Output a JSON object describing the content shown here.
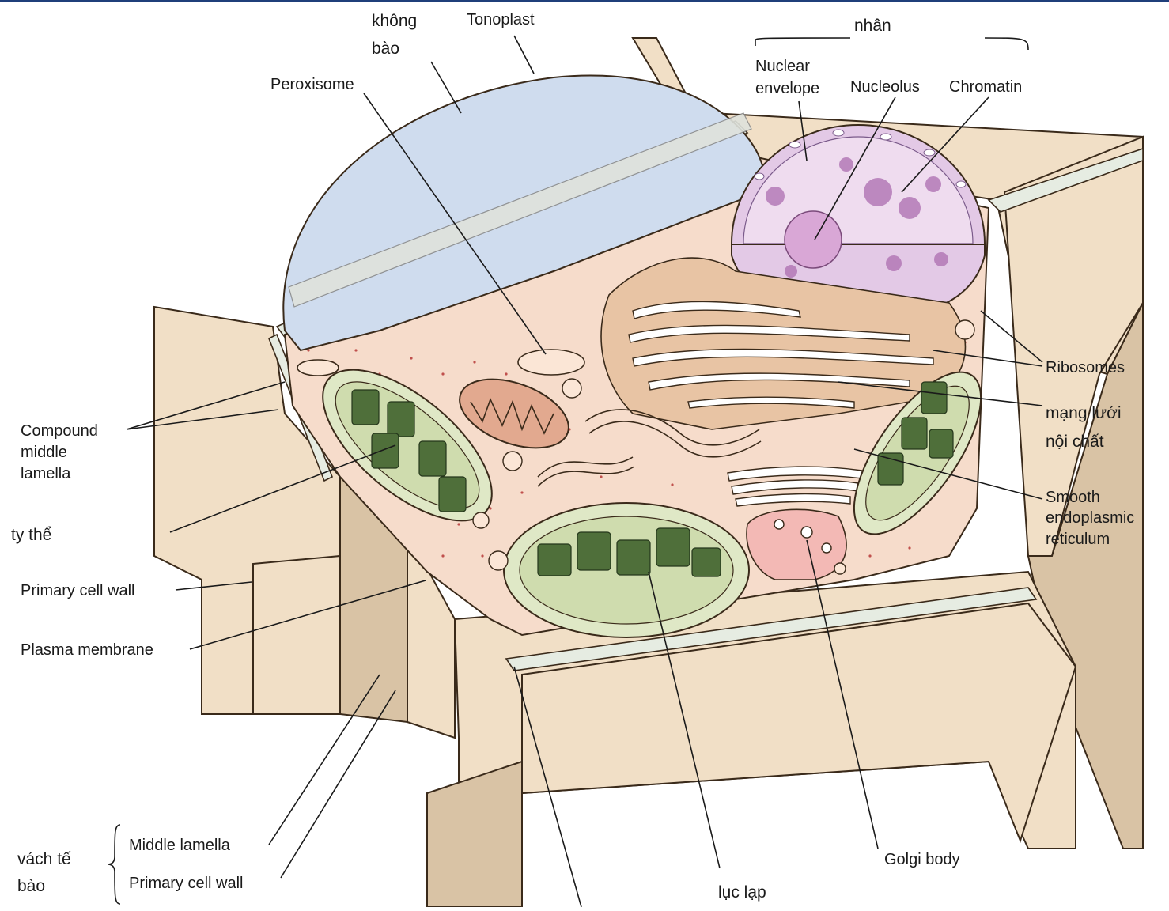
{
  "labels": {
    "khong_bao_1": "không",
    "khong_bao_2": "bào",
    "tonoplast": "Tonoplast",
    "nhan": "nhân",
    "peroxisome": "Peroxisome",
    "nuclear_envelope_1": "Nuclear",
    "nuclear_envelope_2": "envelope",
    "nucleolus": "Nucleolus",
    "chromatin": "Chromatin",
    "ribosomes": "Ribosomes",
    "er_1": "mạng lưới",
    "er_2": "nội chất",
    "smooth_er_1": "Smooth",
    "smooth_er_2": "endoplasmic",
    "smooth_er_3": "reticulum",
    "compound_1": "Compound",
    "compound_2": "middle",
    "compound_3": "lamella",
    "ty_the": "ty thể",
    "primary_cell_wall": "Primary cell wall",
    "plasma_membrane": "Plasma membrane",
    "vach_te_bao_1": "vách tế",
    "vach_te_bao_2": "bào",
    "middle_lamella": "Middle lamella",
    "primary_cell_wall_2": "Primary cell wall",
    "golgi_body": "Golgi body",
    "luc_lap": "lục lạp"
  },
  "colors": {
    "vacuole": "#cfdcee",
    "cytoplasm": "#f6dccb",
    "wall": "#f1dfc6",
    "nucleus": "#e3c9e6",
    "chloroplast": "#4f6f3a",
    "golgi": "#f3b9b5",
    "er": "#e8c4a4"
  },
  "icons": [
    "vacuole-icon",
    "nucleus-icon",
    "chloroplast-icon",
    "mitochondrion-icon",
    "golgi-icon"
  ]
}
